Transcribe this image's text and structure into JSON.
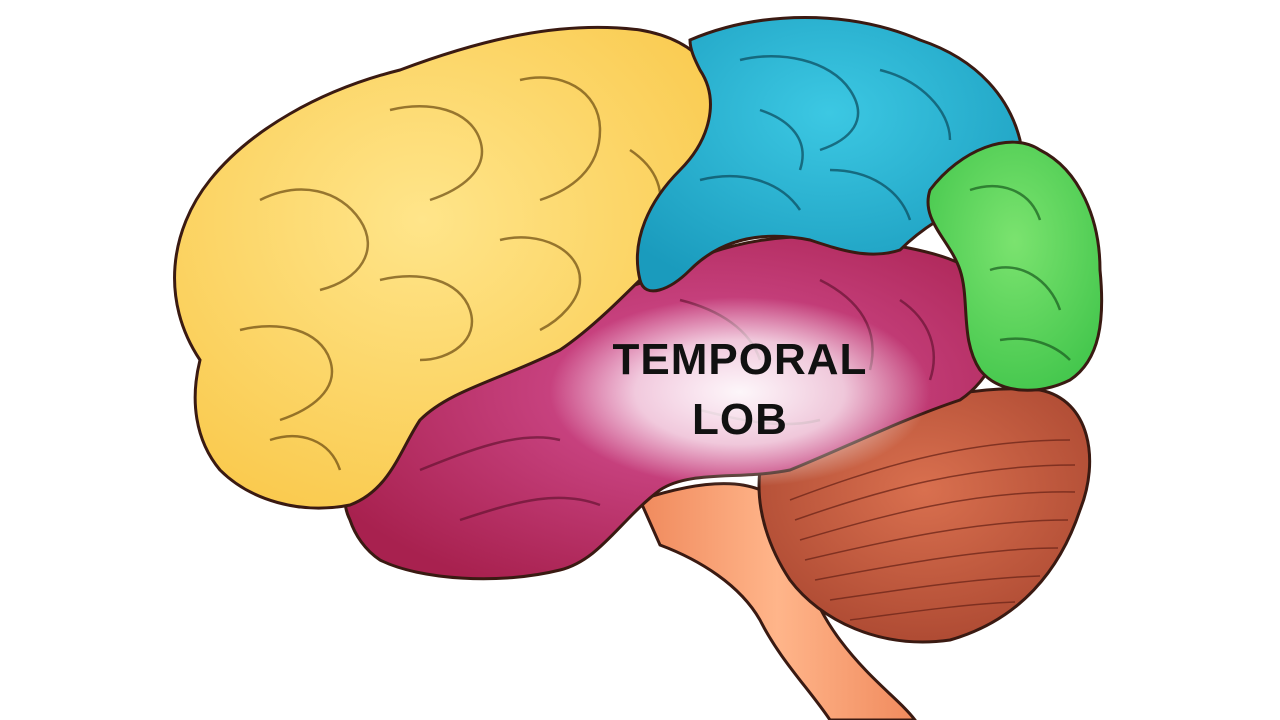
{
  "label": {
    "line1": "TEMPORAL",
    "line2": "LOB"
  },
  "colors": {
    "background": "#ffffff",
    "frontal": "#f9c84a",
    "frontal_light": "#ffe58a",
    "parietal": "#1a9bbd",
    "parietal_light": "#3cc8e3",
    "occipital": "#3fc44a",
    "occipital_light": "#7be36f",
    "temporal": "#a8214f",
    "temporal_light": "#d9549a",
    "cerebellum": "#a8452f",
    "cerebellum_light": "#d9704f",
    "brainstem": "#f08a5d",
    "brainstem_light": "#ffb58a",
    "outline": "#3a1a12"
  },
  "regions": [
    {
      "id": "frontal",
      "name": "frontal-lobe"
    },
    {
      "id": "parietal",
      "name": "parietal-lobe"
    },
    {
      "id": "occipital",
      "name": "occipital-lobe"
    },
    {
      "id": "temporal",
      "name": "temporal-lobe"
    },
    {
      "id": "cerebellum",
      "name": "cerebellum"
    },
    {
      "id": "brainstem",
      "name": "brain-stem"
    }
  ]
}
